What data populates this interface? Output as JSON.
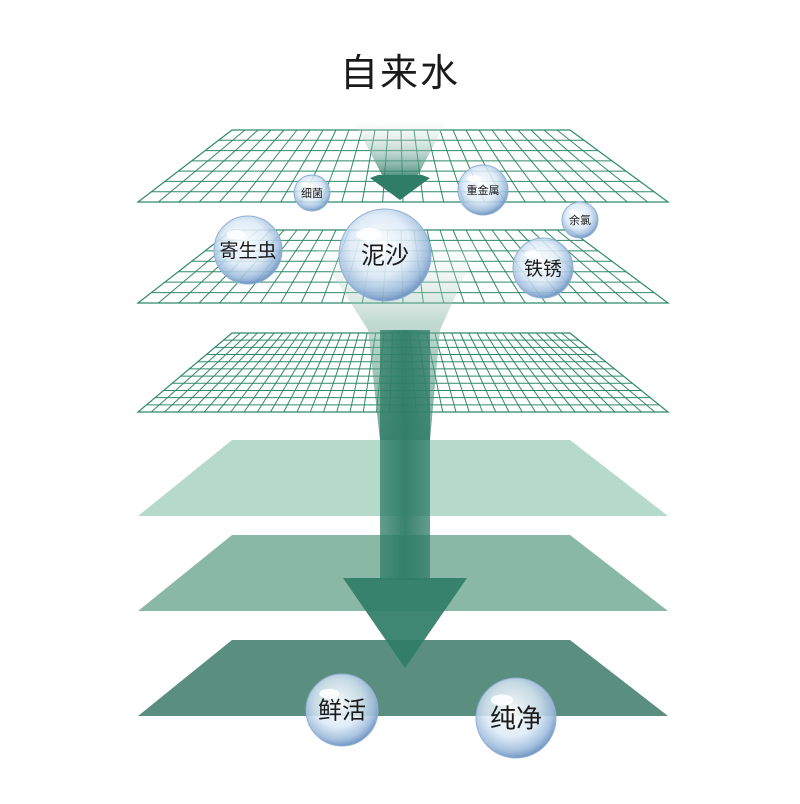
{
  "title": "自来水",
  "layers": [
    {
      "kind": "grid",
      "color": "#2e8a68"
    },
    {
      "kind": "grid",
      "color": "#2e8a68"
    },
    {
      "kind": "grid-fine",
      "color": "#2e8a68"
    },
    {
      "kind": "solid",
      "color": "#b5d9cb"
    },
    {
      "kind": "solid",
      "color": "#8ab8a6"
    },
    {
      "kind": "solid",
      "color": "#5a8f7f"
    }
  ],
  "impurities": {
    "layer1": [
      "细菌",
      "重金属",
      "余氯"
    ],
    "layer2": [
      "寄生虫",
      "泥沙",
      "铁锈"
    ]
  },
  "results": [
    "鲜活",
    "纯净"
  ],
  "colors": {
    "arrow": "#2f7d66",
    "grid_line": "#2e8a68",
    "bubble": "#bcd3ea"
  }
}
